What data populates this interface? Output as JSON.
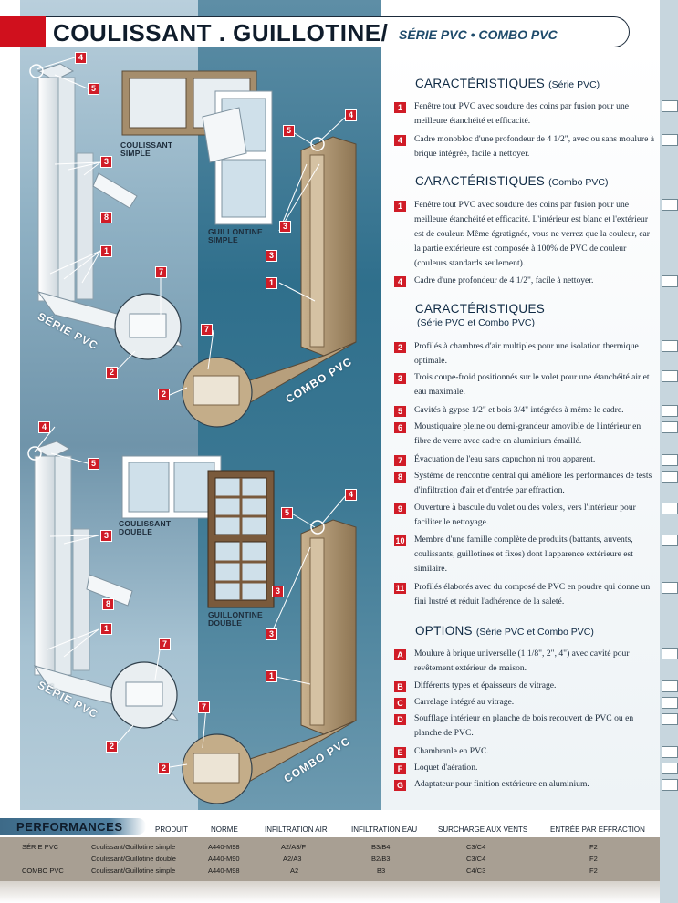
{
  "header": {
    "title": "COULISSANT . GUILLOTINE/",
    "subtitle": "SÉRIE PVC • COMBO PVC"
  },
  "sections": {
    "caract_serie": {
      "title": "CARACTÉRISTIQUES",
      "qualifier": "(Série PVC)"
    },
    "caract_combo": {
      "title": "CARACTÉRISTIQUES",
      "qualifier": "(Combo PVC)"
    },
    "caract_both": {
      "title": "CARACTÉRISTIQUES",
      "qualifier": "(Série PVC et Combo PVC)"
    },
    "options": {
      "title": "OPTIONS",
      "qualifier": "(Série PVC et Combo PVC)"
    }
  },
  "features_serie": [
    {
      "badge": "1",
      "text": "Fenêtre tout PVC avec soudure des coins par fusion pour une meilleure étanchéité et efficacité."
    },
    {
      "badge": "4",
      "text": "Cadre monobloc d'une profondeur de 4 1/2\", avec ou sans moulure à brique intégrée, facile à nettoyer."
    }
  ],
  "features_combo": [
    {
      "badge": "1",
      "text": "Fenêtre tout PVC avec soudure des coins par fusion pour une meilleure étanchéité et efficacité. L'intérieur est blanc et l'extérieur est de couleur. Même égratignée, vous ne verrez que la couleur, car la partie extérieure est composée à 100% de PVC de couleur (couleurs standards seulement)."
    },
    {
      "badge": "4",
      "text": "Cadre d'une profondeur de 4 1/2\", facile à nettoyer."
    }
  ],
  "features_both": [
    {
      "badge": "2",
      "text": "Profilés à chambres d'air multiples pour une isolation thermique optimale."
    },
    {
      "badge": "3",
      "text": "Trois coupe-froid positionnés sur le volet pour une étanchéité air et eau maximale."
    },
    {
      "badge": "5",
      "text": "Cavités à gypse 1/2\" et bois 3/4\" intégrées à même le cadre."
    },
    {
      "badge": "6",
      "text": "Moustiquaire pleine ou demi-grandeur amovible de l'intérieur en fibre de verre avec cadre en aluminium émaillé."
    },
    {
      "badge": "7",
      "text": "Évacuation de l'eau sans capuchon ni trou apparent."
    },
    {
      "badge": "8",
      "text": "Système de rencontre central qui améliore les performances de tests d'infiltration d'air et d'entrée par effraction."
    },
    {
      "badge": "9",
      "text": "Ouverture à bascule du volet ou des volets, vers l'intérieur pour faciliter le nettoyage."
    },
    {
      "badge": "10",
      "text": "Membre d'une famille complète de produits (battants, auvents, coulissants, guillotines et fixes) dont l'apparence extérieure est similaire."
    },
    {
      "badge": "11",
      "text": "Profilés élaborés avec du composé de PVC en poudre qui donne un fini lustré et réduit l'adhérence de la saleté."
    }
  ],
  "options": [
    {
      "badge": "A",
      "text": "Moulure à brique universelle (1 1/8\", 2\", 4\") avec cavité pour revêtement extérieur de maison."
    },
    {
      "badge": "B",
      "text": "Différents types et épaisseurs de vitrage."
    },
    {
      "badge": "C",
      "text": "Carrelage intégré au vitrage."
    },
    {
      "badge": "D",
      "text": "Soufflage intérieur en planche de bois recouvert de PVC ou en planche de PVC."
    },
    {
      "badge": "E",
      "text": "Chambranle en PVC."
    },
    {
      "badge": "F",
      "text": "Loquet d'aération."
    },
    {
      "badge": "G",
      "text": "Adaptateur pour finition extérieure en aluminium."
    }
  ],
  "image_labels": {
    "coulissant_simple": "COULISSANT SIMPLE",
    "guillotine_simple": "GUILLONTINE SIMPLE",
    "coulissant_double": "COULISSANT DOUBLE",
    "guillotine_double": "GUILLONTINE DOUBLE",
    "serie_pvc": "SÉRIE PVC",
    "combo_pvc": "COMBO PVC"
  },
  "callouts": {
    "c1": "4",
    "c2": "5",
    "c3": "3",
    "c4": "8",
    "c5": "1",
    "c6": "7",
    "c7": "2",
    "c8": "5",
    "c9": "4",
    "c10": "3",
    "c11": "3",
    "c12": "1",
    "c13": "7",
    "c14": "2",
    "c15": "4",
    "c16": "5",
    "c17": "3",
    "c18": "8",
    "c19": "1",
    "c20": "7",
    "c21": "2",
    "c22": "5",
    "c23": "4",
    "c24": "3",
    "c25": "3",
    "c26": "1",
    "c27": "7",
    "c28": "2"
  },
  "performance": {
    "title": "PERFORMANCES",
    "columns": [
      "PRODUIT",
      "NORME",
      "INFILTRATION AIR",
      "INFILTRATION EAU",
      "SURCHARGE AUX VENTS",
      "ENTRÉE PAR EFFRACTION"
    ],
    "rows": [
      {
        "series": "SÉRIE PVC",
        "product": "Coulissant/Guillotine simple",
        "norme": "A440-M98",
        "air": "A2/A3/F",
        "eau": "B3/B4",
        "vents": "C3/C4",
        "effraction": "F2"
      },
      {
        "series": "",
        "product": "Coulissant/Guillotine double",
        "norme": "A440-M90",
        "air": "A2/A3",
        "eau": "B2/B3",
        "vents": "C3/C4",
        "effraction": "F2"
      },
      {
        "series": "COMBO PVC",
        "product": "Coulissant/Guillotine simple",
        "norme": "A440-M98",
        "air": "A2",
        "eau": "B3",
        "vents": "C4/C3",
        "effraction": "F2"
      }
    ]
  },
  "colors": {
    "accent_red": "#d01c27",
    "navy_text": "#0f2a44",
    "vinyl_tan": "#b39a78",
    "table_body": "#a89f93"
  }
}
